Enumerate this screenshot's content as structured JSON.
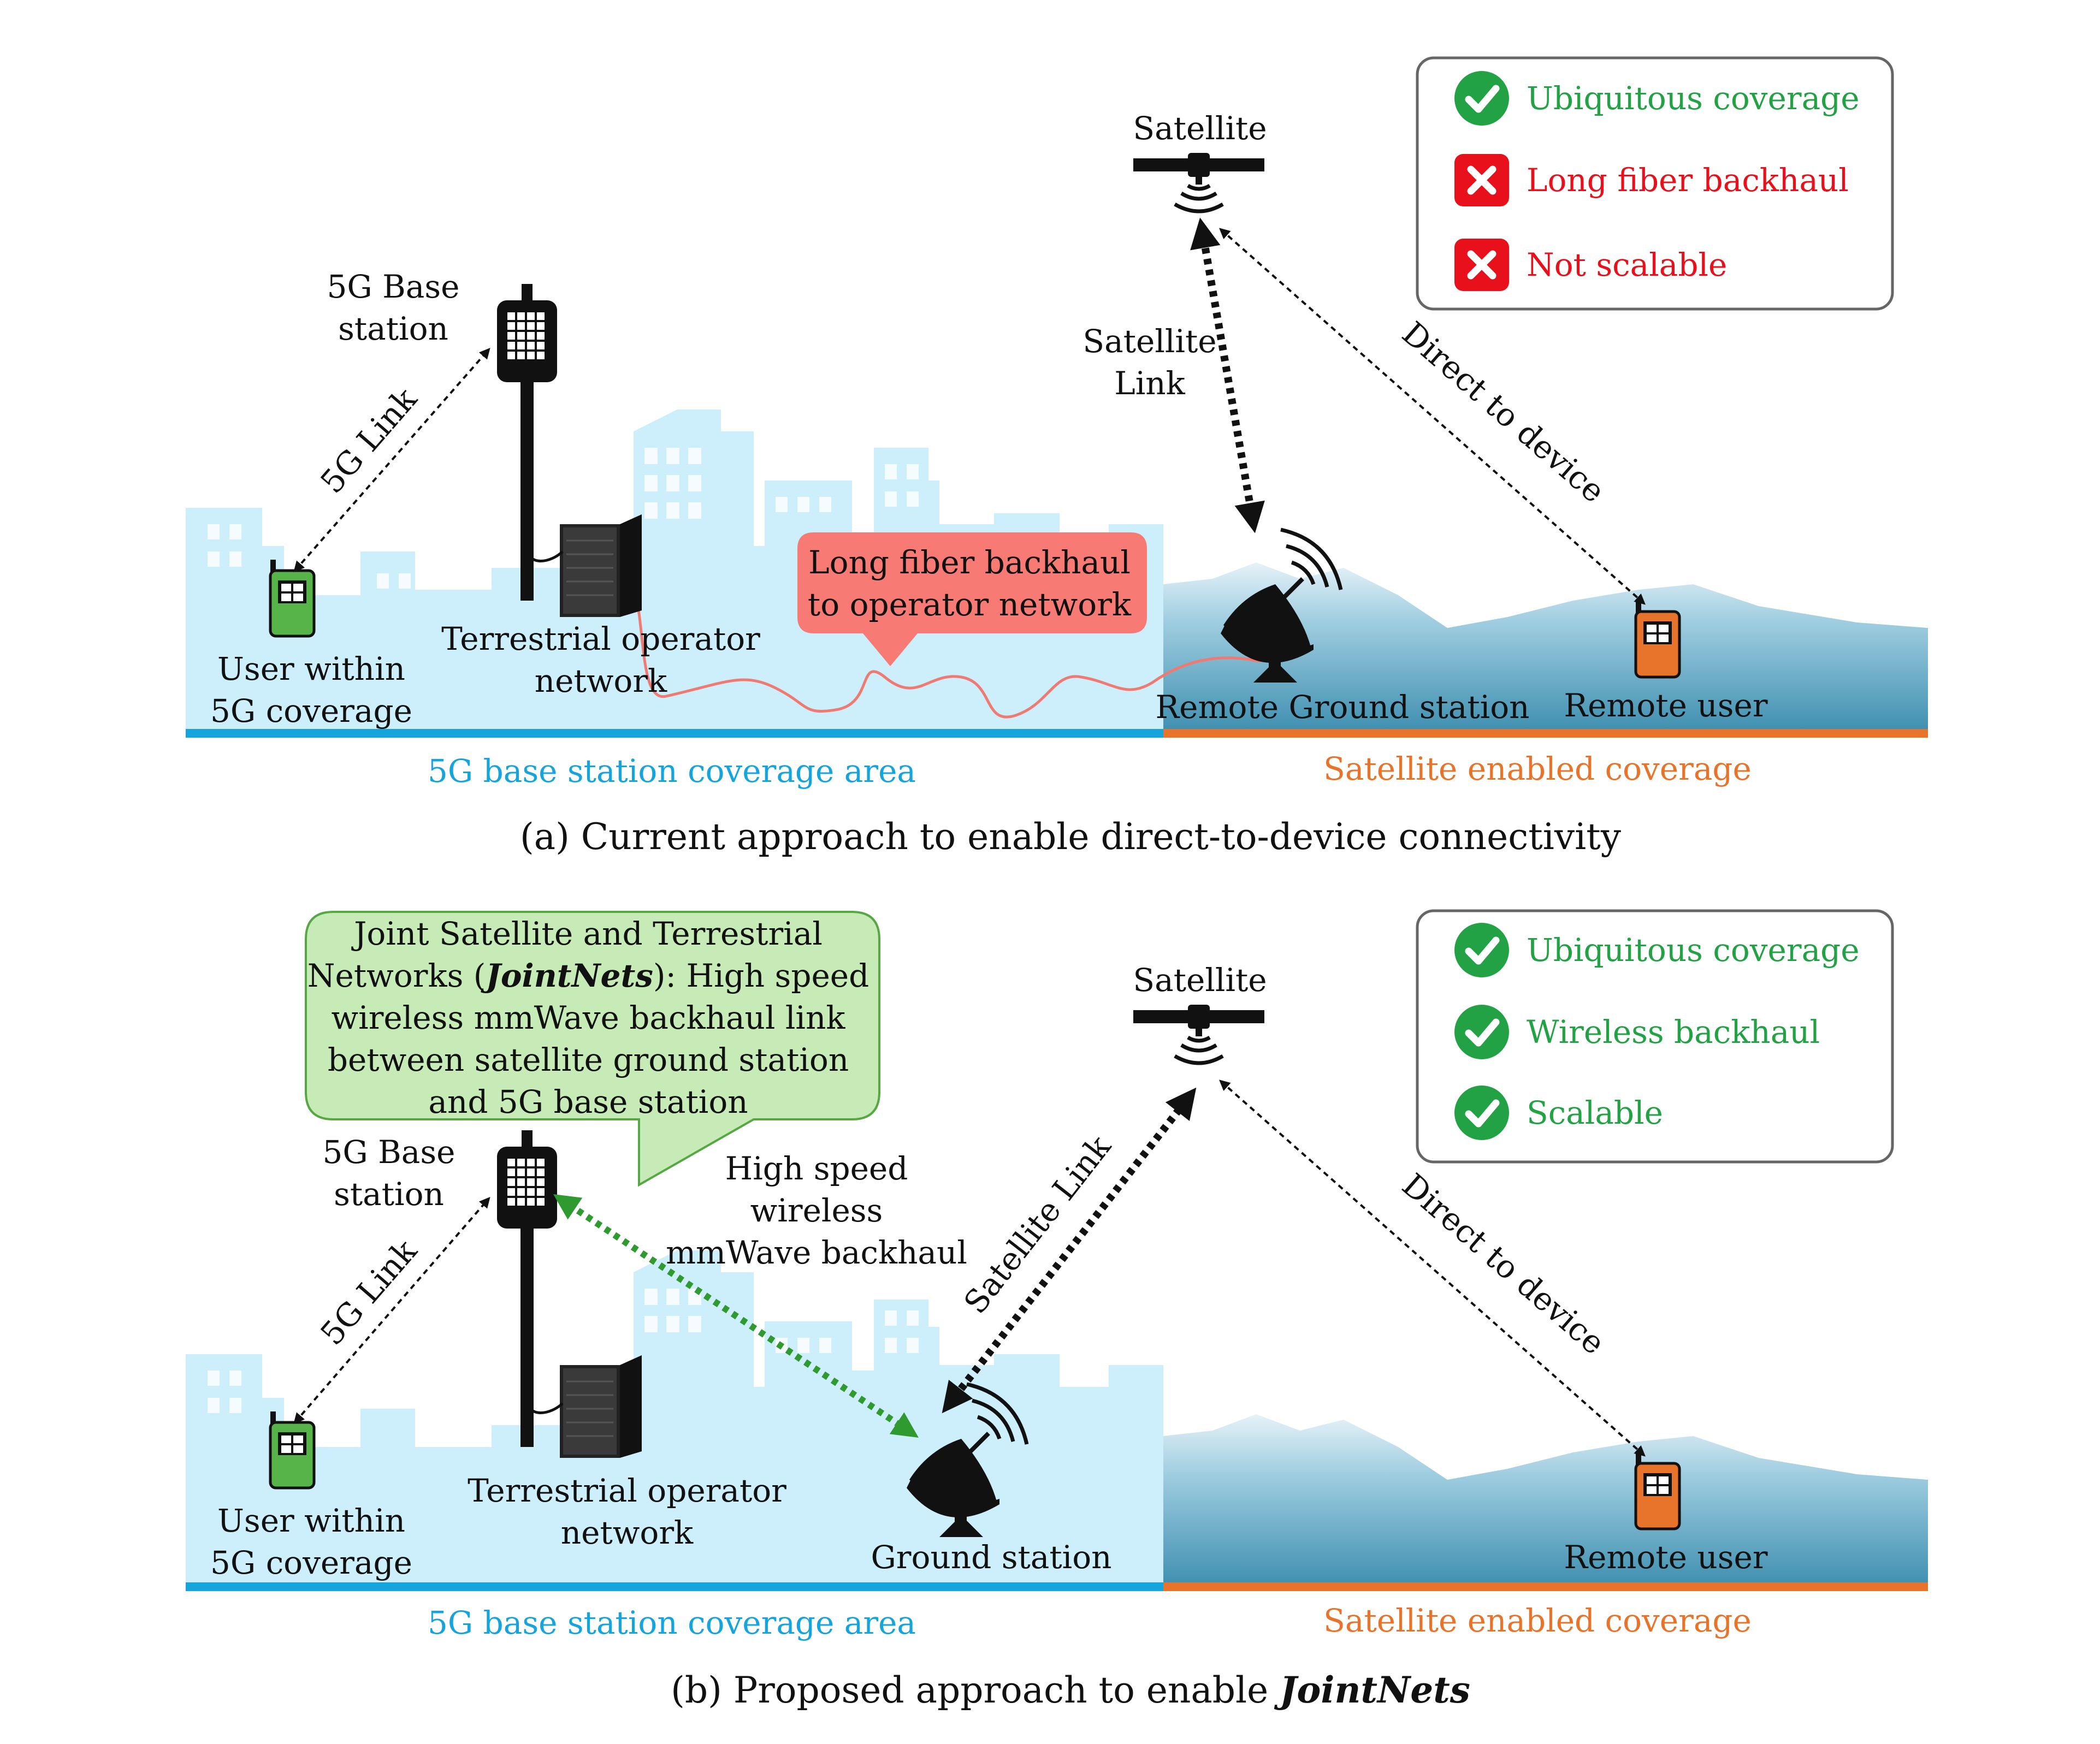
{
  "panel_a": {
    "caption": "(a) Current approach to enable direct-to-device connectivity",
    "satellite": "Satellite",
    "satellite_link": [
      "Satellite",
      "Link"
    ],
    "direct_to_device": "Direct to device",
    "base_station": [
      "5G Base",
      "station"
    ],
    "five_g_link": "5G Link",
    "user": [
      "User within",
      "5G coverage"
    ],
    "terrestrial": [
      "Terrestrial operator",
      "network"
    ],
    "fiber_callout": [
      "Long fiber backhaul",
      "to operator network"
    ],
    "ground_station": "Remote Ground station",
    "remote_user": "Remote user",
    "coverage_5g": "5G base station coverage area",
    "coverage_sat": "Satellite enabled coverage",
    "legend": [
      {
        "status": "check",
        "text": "Ubiquitous coverage",
        "color": "#22a244"
      },
      {
        "status": "cross",
        "text": "Long fiber backhaul",
        "color": "#e8101a"
      },
      {
        "status": "cross",
        "text": "Not scalable",
        "color": "#e8101a"
      }
    ]
  },
  "panel_b": {
    "caption_prefix": "(b) Proposed approach to enable ",
    "caption_emph": "JointNets",
    "satellite": "Satellite",
    "satellite_link": "Satellite Link",
    "direct_to_device": "Direct to device",
    "base_station": [
      "5G Base",
      "station"
    ],
    "five_g_link": "5G Link",
    "user": [
      "User within",
      "5G coverage"
    ],
    "terrestrial": [
      "Terrestrial operator",
      "network"
    ],
    "mmwave": [
      "High speed",
      "wireless",
      "mmWave backhaul"
    ],
    "callout": {
      "line1": "Joint Satellite and Terrestrial",
      "line2_pre": "Networks (",
      "line2_emph": "JointNets",
      "line2_post": "): High speed",
      "line3": "wireless mmWave backhaul link",
      "line4": "between satellite ground station",
      "line5": "and 5G base station"
    },
    "ground_station": "Ground station",
    "remote_user": "Remote user",
    "coverage_5g": "5G base station coverage area",
    "coverage_sat": "Satellite enabled coverage",
    "legend": [
      {
        "status": "check",
        "text": "Ubiquitous coverage",
        "color": "#22a244"
      },
      {
        "status": "check",
        "text": "Wireless backhaul",
        "color": "#22a244"
      },
      {
        "status": "check",
        "text": "Scalable",
        "color": "#22a244"
      }
    ]
  },
  "colors": {
    "city": "#cdeefb",
    "coverage_5g": "#16a4dc",
    "coverage_sat": "#e8742c",
    "fiber": "#f07a72",
    "callout_red": "#f77a74",
    "callout_green": "#c6ebb6",
    "mmwave": "#2f9a2f",
    "mountain": "#5fa7c3"
  }
}
